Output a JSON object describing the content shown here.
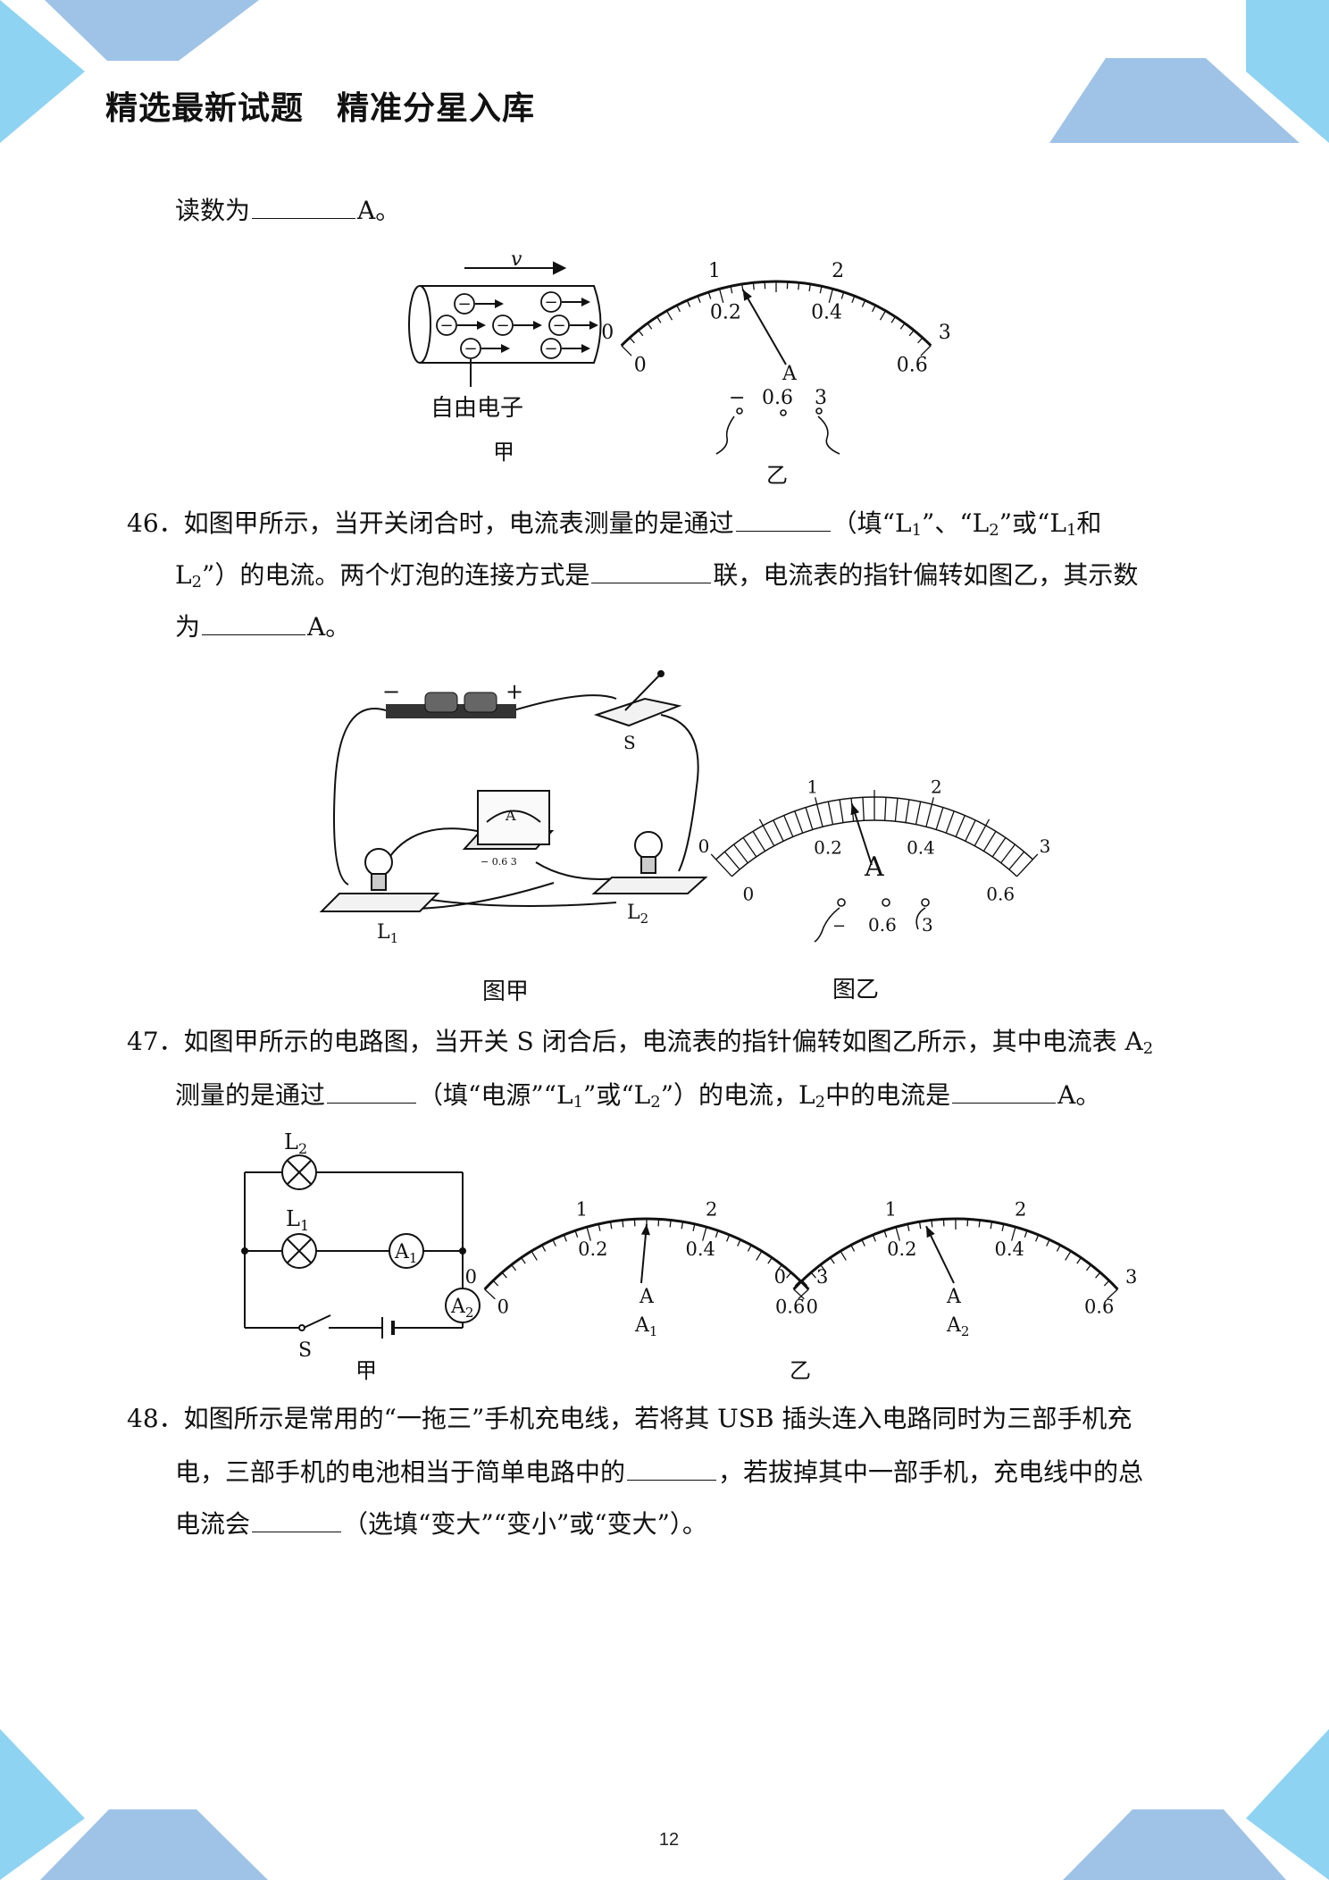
{
  "header": {
    "title": "精选最新试题　精准分星入库"
  },
  "theme": {
    "deco_light": "#8fd3f2",
    "deco_dark": "#9fc3e6"
  },
  "q45_tail": {
    "prefix": "读数为",
    "suffix": "A。"
  },
  "fig45": {
    "wire_velocity": "v",
    "electron_symbol": "−",
    "electron_label": "自由电子",
    "caption_left": "甲",
    "caption_right": "乙",
    "scale_top": [
      "0",
      "1",
      "2",
      "3"
    ],
    "scale_bottom": [
      "0",
      "0.2",
      "0.4",
      "0.6"
    ],
    "meter_letter": "A",
    "terminals": [
      "−",
      "0.6",
      "3"
    ]
  },
  "q46": {
    "number": "46．",
    "l1a": "如图甲所示，当开关闭合时，电流表测量的是通过",
    "l1b": "（填“L",
    "l1c": "”、“L",
    "l1d": "”或“L",
    "l1e": "和",
    "l2a": "L",
    "l2b": "”）的电流。两个灯泡的连接方式是",
    "l2c": "联，电流表的指针偏转如图乙，其示数",
    "l3a": "为",
    "l3b": "A。",
    "sub1": "1",
    "sub2": "2"
  },
  "fig46": {
    "battery_minus": "−",
    "battery_plus": "+",
    "switch_label": "S",
    "lamp1": "L",
    "lamp2": "L",
    "sub1": "1",
    "sub2": "2",
    "meter_letter": "A",
    "meter_terminals": "−  0.6  3",
    "scale_top": [
      "0",
      "1",
      "2",
      "3"
    ],
    "scale_bottom": [
      "0",
      "0.2",
      "0.4",
      "0.6"
    ],
    "terminals": [
      "−",
      "0.6",
      "3"
    ],
    "caption_left": "图甲",
    "caption_right": "图乙"
  },
  "q47": {
    "number": "47．",
    "l1a": "如图甲所示的电路图，当开关 S 闭合后，电流表的指针偏转如图乙所示，其中电流表 A",
    "sub2": "2",
    "sub1": "1",
    "l2a": "测量的是通过",
    "l2b": "（填“电源”“L",
    "l2c": "”或“L",
    "l2d": "”）的电流，L",
    "l2e": "中的电流是",
    "l2f": "A。"
  },
  "fig47": {
    "lamp1": "L",
    "lamp2": "L",
    "ammeter1": "A",
    "ammeter2": "A",
    "switch_label": "S",
    "sub1": "1",
    "sub2": "2",
    "scale_top": [
      "0",
      "1",
      "2",
      "3"
    ],
    "scale_bottom": [
      "0",
      "0.2",
      "0.4",
      "0.6"
    ],
    "meter1_letter": "A",
    "meter1_name": "A",
    "meter2_letter": "A",
    "meter2_name": "A",
    "caption_left": "甲",
    "caption_right": "乙"
  },
  "q48": {
    "number": "48．",
    "l1": "如图所示是常用的“一拖三”手机充电线，若将其 USB 插头连入电路同时为三部手机充",
    "l2a": "电，三部手机的电池相当于简单电路中的",
    "l2b": "，若拔掉其中一部手机，充电线中的总",
    "l3a": "电流会",
    "l3b": "（选填“变大”“变小”或“变大”）。"
  },
  "footer": {
    "page_number": "12"
  }
}
